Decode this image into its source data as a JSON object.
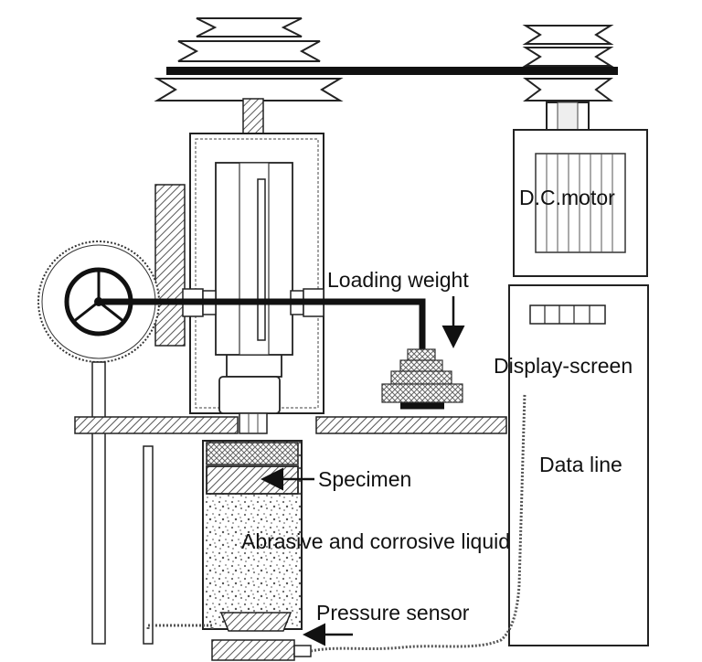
{
  "labels": {
    "motor": "D.C.motor",
    "loading_weight": "Loading weight",
    "display_screen": "Display-screen",
    "data_line": "Data line",
    "specimen": "Specimen",
    "liquid": "Abrasive and corrosive liquid",
    "pressure_sensor": "Pressure sensor"
  },
  "colors": {
    "line": "#111111",
    "hatch": "#555555"
  }
}
